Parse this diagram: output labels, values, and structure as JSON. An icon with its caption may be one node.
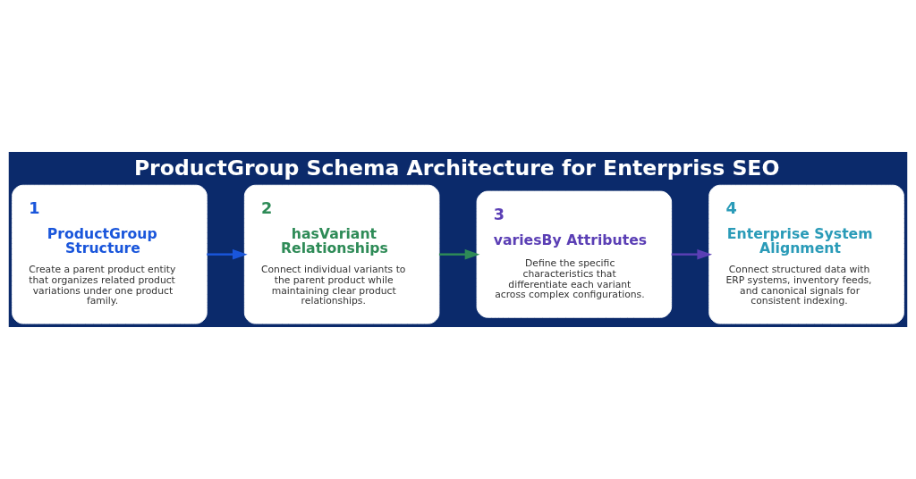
{
  "diagram": {
    "title": "ProductGroup Schema Architecture for Enterpriss SEO",
    "nodes": [
      {
        "text": [
          "1",
          "ProductGroup Structure",
          "Create a parent product entity that organizes related product variations under one product family."
        ]
      },
      {
        "text": [
          "2",
          "hasVariant Relationships",
          "Connect individual variants to the parent product while maintaining clear product relationships."
        ]
      },
      {
        "text": [
          "3",
          "variesBy Attributes",
          "Define the specific characteristics that differentiate each variant across complex configurations."
        ]
      },
      {
        "text": [
          "4",
          "Enterprise System Alignment",
          "Connect structured data with ERP systems, inventory feeds, and canonical signals for consistent indexing."
        ]
      }
    ],
    "edges": [
      {
        "from": 0,
        "to": 1,
        "arrow": "to",
        "color": "#1a56db"
      },
      {
        "from": 1,
        "to": 2,
        "arrow": "to",
        "color": "#2e8b57"
      },
      {
        "from": 2,
        "to": 3,
        "arrow": "to",
        "color": "#5b3fb5"
      }
    ]
  }
}
